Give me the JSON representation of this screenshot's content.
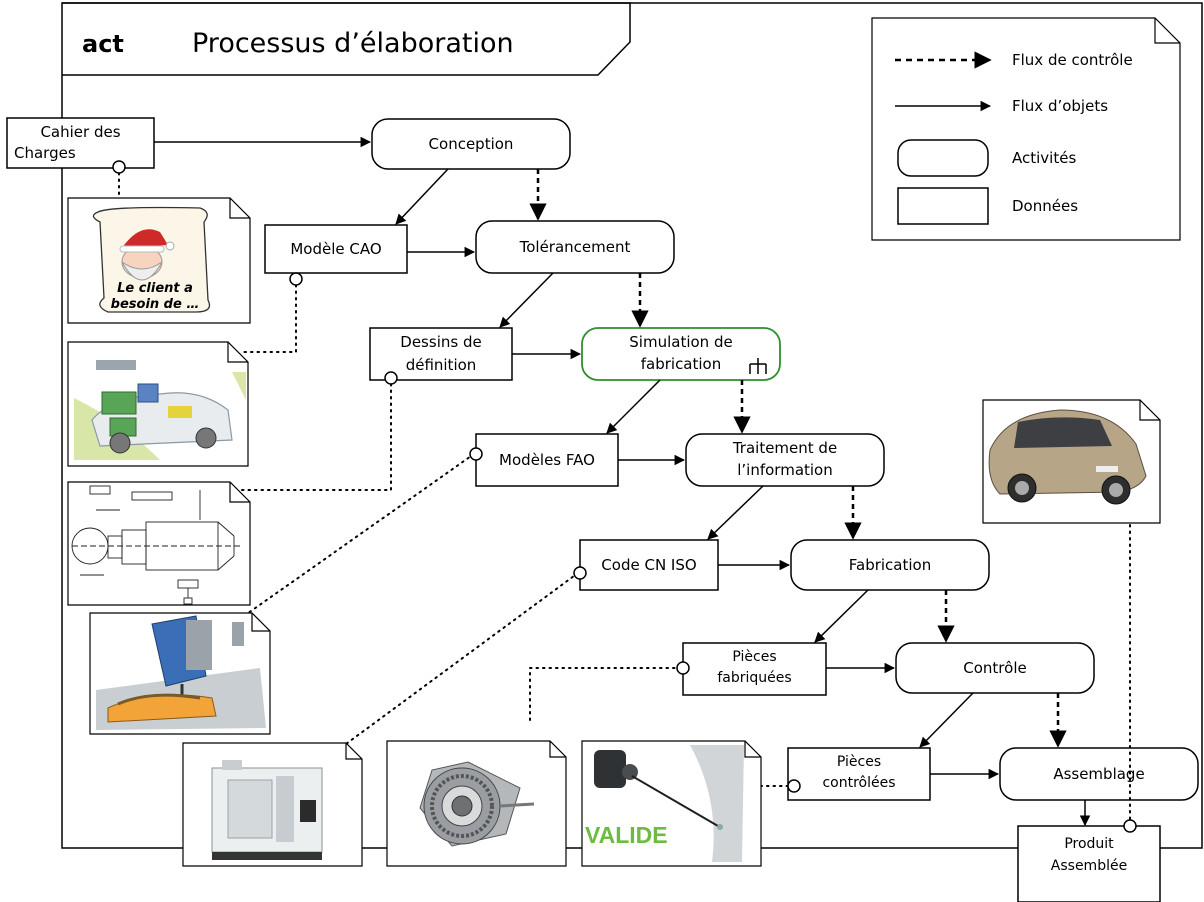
{
  "frame": {
    "keyword": "act",
    "title": "Processus d’élaboration"
  },
  "legend": {
    "control_flow": "Flux de contrôle",
    "object_flow": "Flux d’objets",
    "activities": "Activités",
    "data": "Données"
  },
  "activities": {
    "conception": "Conception",
    "tolerancement": "Tolérancement",
    "simulation_line1": "Simulation de",
    "simulation_line2": "fabrication",
    "traitement_line1": "Traitement de",
    "traitement_line2": "l’information",
    "fabrication": "Fabrication",
    "controle": "Contrôle",
    "assemblage": "Assemblage"
  },
  "data_nodes": {
    "cahier_line1": "Cahier des",
    "cahier_line2": "Charges",
    "modele_cao": "Modèle CAO",
    "dessins_line1": "Dessins de",
    "dessins_line2": "définition",
    "modeles_fao": "Modèles FAO",
    "code_cn": "Code CN ISO",
    "pieces_fab_line1": "Pièces",
    "pieces_fab_line2": "fabriquées",
    "pieces_ctrl_line1": "Pièces",
    "pieces_ctrl_line2": "contrôlées",
    "produit_line1": "Produit",
    "produit_line2": "Assemblée"
  },
  "illustrations": {
    "santa_text_line1": "Le client a",
    "santa_text_line2": "besoin de …",
    "valide_text": "VALIDE"
  },
  "colors": {
    "simulation_border": "#2f8f2f",
    "valide": "#6dbb3f"
  }
}
